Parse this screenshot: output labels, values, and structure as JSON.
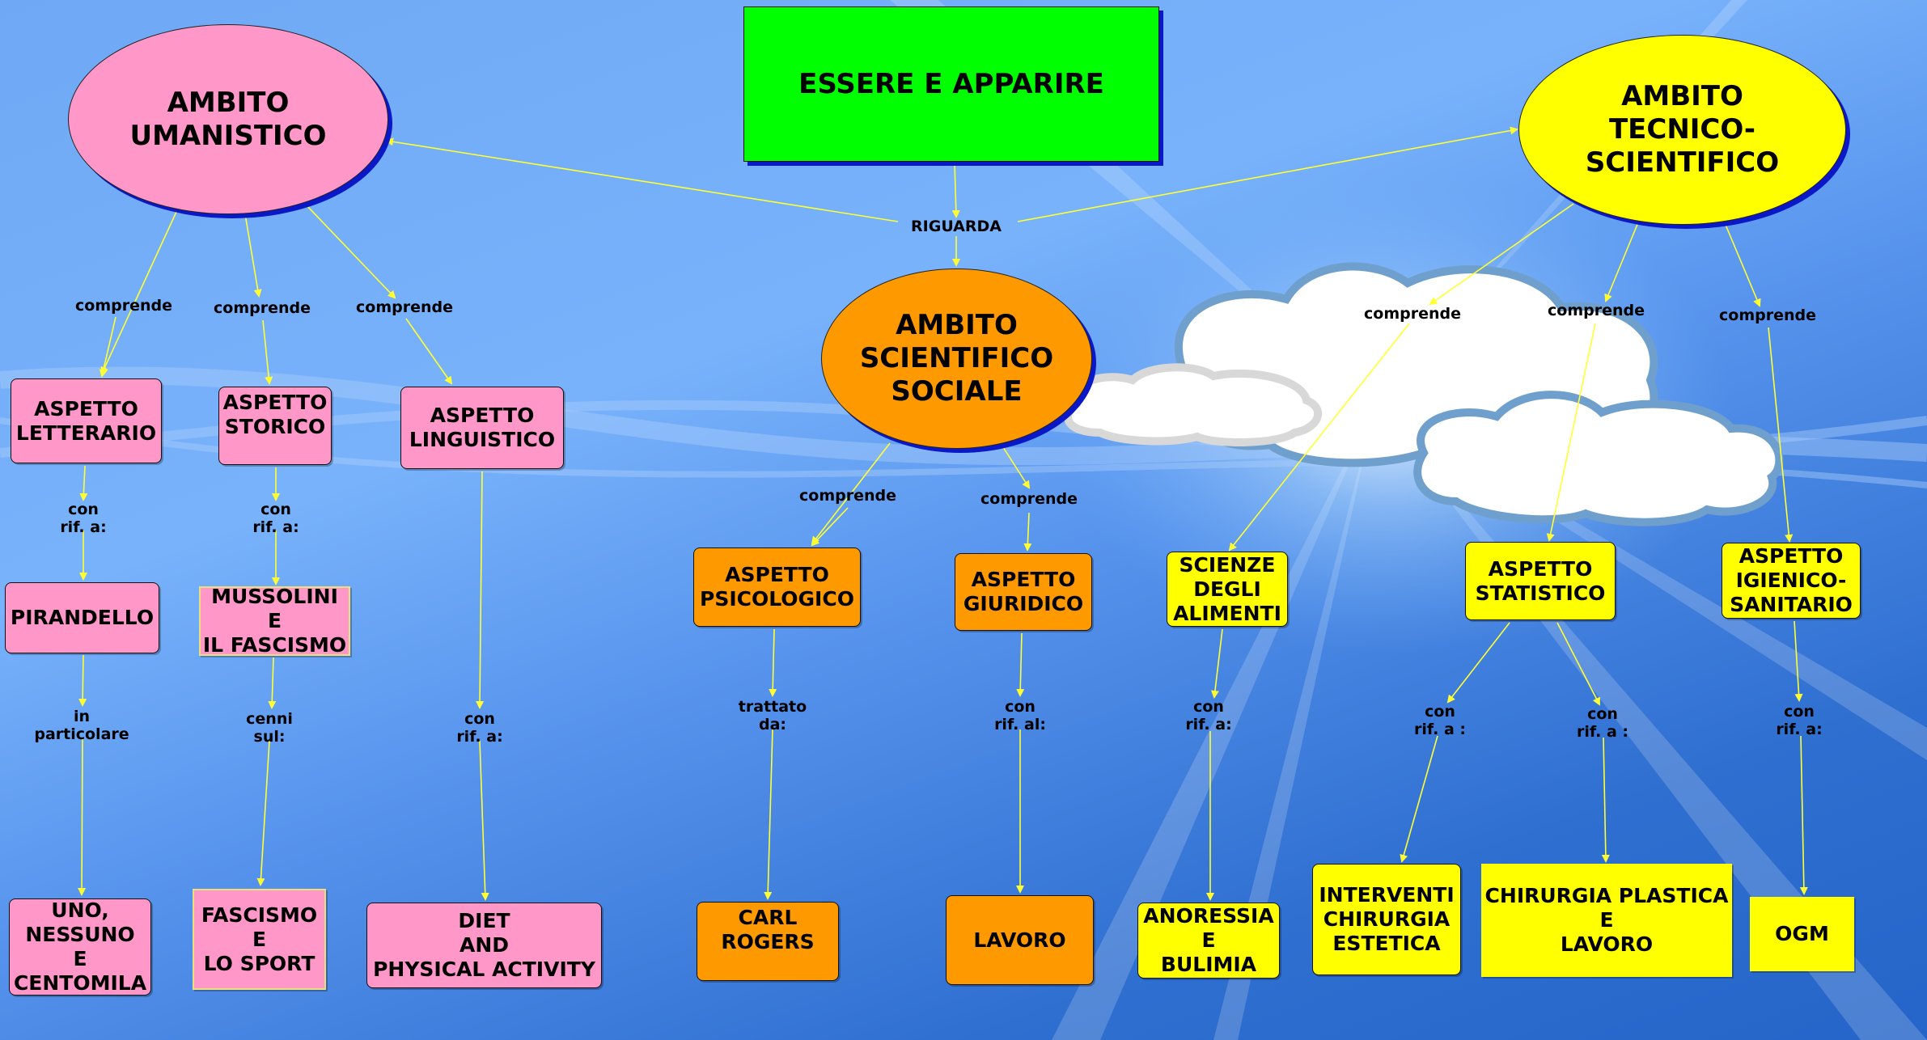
{
  "title": "ESSERE E APPARIRE",
  "colors": {
    "link": "#ffff33",
    "umanistico": "#ff97c8",
    "sociale": "#ff9900",
    "tecnico": "#ffff00",
    "root": "#00ff00",
    "shadow": "#0a18c8"
  },
  "nodes": {
    "root": "ESSERE E APPARIRE",
    "umanistico": "AMBITO\nUMANISTICO",
    "tecnico": "AMBITO\nTECNICO-\nSCIENTIFICO",
    "sociale": "AMBITO\nSCIENTIFICO\nSOCIALE",
    "letterario": "ASPETTO\nLETTERARIO",
    "storico": "ASPETTO\nSTORICO",
    "linguistico": "ASPETTO\nLINGUISTICO",
    "pirandello": "PIRANDELLO",
    "mussolini": "MUSSOLINI\nE\nIL FASCISMO",
    "uno_nessuno": "UNO,\nNESSUNO\nE\nCENTOMILA",
    "fascismo_sport": "FASCISMO\nE\nLO SPORT",
    "diet": "DIET\nAND\nPHYSICAL ACTIVITY",
    "psicologico": "ASPETTO\nPSICOLOGICO",
    "giuridico": "ASPETTO\nGIURIDICO",
    "carl_rogers": "CARL\nROGERS",
    "lavoro": "LAVORO",
    "scienze_alimenti": "SCIENZE\nDEGLI\nALIMENTI",
    "statistico": "ASPETTO\nSTATISTICO",
    "igienico": "ASPETTO\nIGIENICO-\nSANITARIO",
    "anoressia": "ANORESSIA\nE\nBULIMIA",
    "interventi": "INTERVENTI\nCHIRURGIA\nESTETICA",
    "chirurgia_lavoro": "CHIRURGIA PLASTICA\nE\nLAVORO",
    "ogm": "OGM"
  },
  "link_labels": {
    "riguarda": "RIGUARDA",
    "comprende_1": "comprende",
    "comprende_2": "comprende",
    "comprende_3": "comprende",
    "comprende_4": "comprende",
    "comprende_5": "comprende",
    "comprende_6": "comprende",
    "comprende_7": "comprende",
    "comprende_8": "comprende",
    "con_rif_letterario": "con\nrif. a:",
    "con_rif_storico": "con\nrif. a:",
    "in_particolare": "in\nparticolare",
    "cenni_sul": "cenni\nsul:",
    "con_rif_linguistico": "con\nrif. a:",
    "trattato_da": "trattato\nda:",
    "con_rif_al": "con\nrif. al:",
    "con_rif_alimenti": "con\nrif. a:",
    "con_rif_stat_1": "con\nrif. a :",
    "con_rif_stat_2": "con\nrif. a :",
    "con_rif_igienico": "con\nrif. a:"
  }
}
